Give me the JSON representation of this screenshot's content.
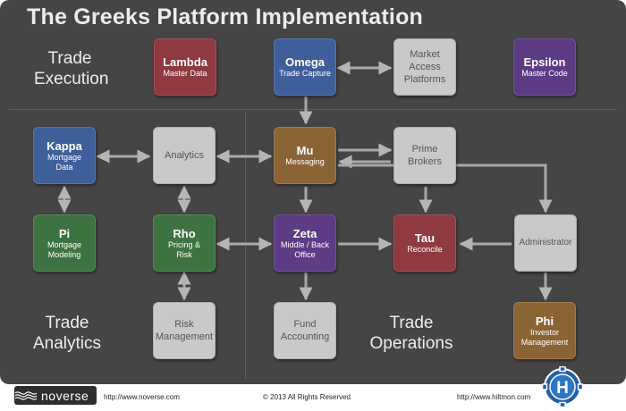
{
  "title": "The Greeks Platform Implementation",
  "sections": {
    "trade_execution": [
      "Trade",
      "Execution"
    ],
    "trade_analytics": [
      "Trade",
      "Analytics"
    ],
    "trade_operations": [
      "Trade",
      "Operations"
    ]
  },
  "boxes": {
    "lambda": {
      "name": "Lambda",
      "sub": "Master Data",
      "color": "red"
    },
    "omega": {
      "name": "Omega",
      "sub": "Trade Capture",
      "color": "blue"
    },
    "market_access": {
      "lines": [
        "Market",
        "Access",
        "Platforms"
      ],
      "color": "grey"
    },
    "epsilon": {
      "name": "Epsilon",
      "sub": "Master Code",
      "color": "purple"
    },
    "kappa": {
      "name": "Kappa",
      "sub": [
        "Mortgage",
        "Data"
      ],
      "color": "blue"
    },
    "analytics": {
      "lines": [
        "Analytics"
      ],
      "color": "grey"
    },
    "mu": {
      "name": "Mu",
      "sub": "Messaging",
      "color": "brown"
    },
    "prime_brokers": {
      "lines": [
        "Prime",
        "Brokers"
      ],
      "color": "grey"
    },
    "pi": {
      "name": "Pi",
      "sub": [
        "Mortgage",
        "Modeling"
      ],
      "color": "green"
    },
    "rho": {
      "name": "Rho",
      "sub": [
        "Pricing &",
        "Risk"
      ],
      "color": "green"
    },
    "zeta": {
      "name": "Zeta",
      "sub": [
        "Middle / Back",
        "Office"
      ],
      "color": "purple"
    },
    "tau": {
      "name": "Tau",
      "sub": "Reconcile",
      "color": "red"
    },
    "administrator": {
      "lines": [
        "Administrator"
      ],
      "color": "grey"
    },
    "risk_management": {
      "lines": [
        "Risk",
        "Management"
      ],
      "color": "grey"
    },
    "fund_accounting": {
      "lines": [
        "Fund",
        "Accounting"
      ],
      "color": "grey"
    },
    "phi": {
      "name": "Phi",
      "sub": [
        "Investor",
        "Management"
      ],
      "color": "brown"
    }
  },
  "footer": {
    "logo_text": "noverse",
    "left_url": "http://www.noverse.com",
    "copyright": "© 2013 All Rights Reserved",
    "right_url": "http://www.hiltmon.com",
    "hiltmon_logo_letters": "H"
  }
}
